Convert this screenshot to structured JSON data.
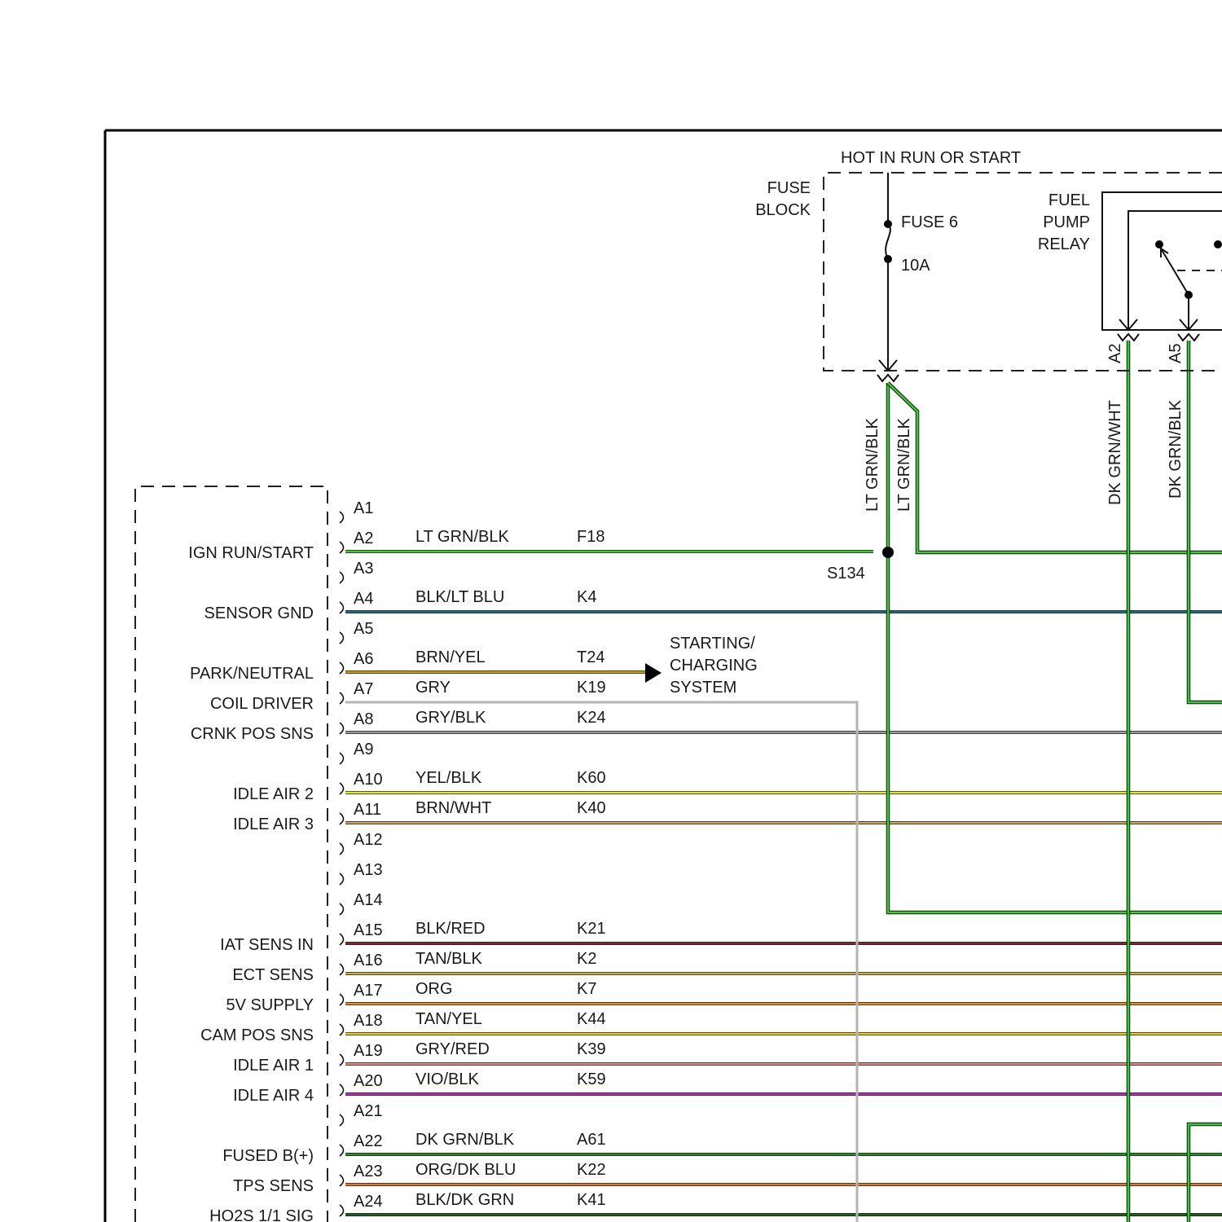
{
  "fuse_block": {
    "hot_label": "HOT IN RUN OR START",
    "label_line1": "FUSE",
    "label_line2": "BLOCK",
    "fuse_name": "FUSE 6",
    "fuse_rating": "10A"
  },
  "relay": {
    "label_line1": "FUEL",
    "label_line2": "PUMP",
    "label_line3": "RELAY",
    "pin_a2": "A2",
    "pin_a5": "A5"
  },
  "vertical_wires": {
    "fuse_out_1": "LT GRN/BLK",
    "fuse_out_2": "LT GRN/BLK",
    "relay_a2": "DK GRN/WHT",
    "relay_a5": "DK GRN/BLK"
  },
  "splice": {
    "label": "S134"
  },
  "starting_charging": {
    "line1": "STARTING/",
    "line2": "CHARGING",
    "line3": "SYSTEM"
  },
  "pins": [
    {
      "id": "A1",
      "func": "",
      "color_code": "",
      "circuit": "",
      "wire_hex": ""
    },
    {
      "id": "A2",
      "func": "IGN RUN/START",
      "color_code": "LT GRN/BLK",
      "circuit": "F18",
      "wire_hex": "#3ccf2e"
    },
    {
      "id": "A3",
      "func": "",
      "color_code": "",
      "circuit": "",
      "wire_hex": ""
    },
    {
      "id": "A4",
      "func": "SENSOR GND",
      "color_code": "BLK/LT BLU",
      "circuit": "K4",
      "wire_hex": "#1e6e88"
    },
    {
      "id": "A5",
      "func": "",
      "color_code": "",
      "circuit": "",
      "wire_hex": ""
    },
    {
      "id": "A6",
      "func": "PARK/NEUTRAL",
      "color_code": "BRN/YEL",
      "circuit": "T24",
      "wire_hex": "#c8a400"
    },
    {
      "id": "A7",
      "func": "COIL DRIVER",
      "color_code": "GRY",
      "circuit": "K19",
      "wire_hex": "#b4b4b4"
    },
    {
      "id": "A8",
      "func": "CRNK POS SNS",
      "color_code": "GRY/BLK",
      "circuit": "K24",
      "wire_hex": "#9a9a9a"
    },
    {
      "id": "A9",
      "func": "",
      "color_code": "",
      "circuit": "",
      "wire_hex": ""
    },
    {
      "id": "A10",
      "func": "IDLE AIR 2",
      "color_code": "YEL/BLK",
      "circuit": "K60",
      "wire_hex": "#e8e82a"
    },
    {
      "id": "A11",
      "func": "IDLE AIR 3",
      "color_code": "BRN/WHT",
      "circuit": "K40",
      "wire_hex": "#c8a85a"
    },
    {
      "id": "A12",
      "func": "",
      "color_code": "",
      "circuit": "",
      "wire_hex": ""
    },
    {
      "id": "A13",
      "func": "",
      "color_code": "",
      "circuit": "",
      "wire_hex": ""
    },
    {
      "id": "A14",
      "func": "",
      "color_code": "",
      "circuit": "",
      "wire_hex": ""
    },
    {
      "id": "A15",
      "func": "IAT SENS IN",
      "color_code": "BLK/RED",
      "circuit": "K21",
      "wire_hex": "#7a2a2a"
    },
    {
      "id": "A16",
      "func": "ECT SENS",
      "color_code": "TAN/BLK",
      "circuit": "K2",
      "wire_hex": "#c8b040"
    },
    {
      "id": "A17",
      "func": "5V SUPPLY",
      "color_code": "ORG",
      "circuit": "K7",
      "wire_hex": "#f08a10"
    },
    {
      "id": "A18",
      "func": "CAM POS SNS",
      "color_code": "TAN/YEL",
      "circuit": "K44",
      "wire_hex": "#e6d020"
    },
    {
      "id": "A19",
      "func": "IDLE AIR 1",
      "color_code": "GRY/RED",
      "circuit": "K39",
      "wire_hex": "#e08a8a"
    },
    {
      "id": "A20",
      "func": "IDLE AIR 4",
      "color_code": "VIO/BLK",
      "circuit": "K59",
      "wire_hex": "#c02ac0"
    },
    {
      "id": "A21",
      "func": "",
      "color_code": "",
      "circuit": "",
      "wire_hex": ""
    },
    {
      "id": "A22",
      "func": "FUSED B(+)",
      "color_code": "DK GRN/BLK",
      "circuit": "A61",
      "wire_hex": "#2a8a2a"
    },
    {
      "id": "A23",
      "func": "TPS SENS",
      "color_code": "ORG/DK BLU",
      "circuit": "K22",
      "wire_hex": "#e07a20"
    },
    {
      "id": "A24",
      "func": "HO2S 1/1 SIG",
      "color_code": "BLK/DK GRN",
      "circuit": "K41",
      "wire_hex": "#1e5e1e"
    }
  ]
}
